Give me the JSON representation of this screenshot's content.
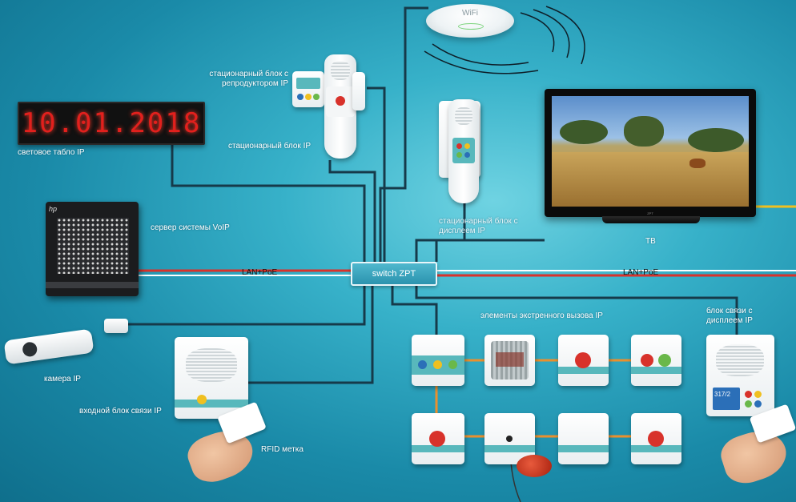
{
  "labels": {
    "wifi": "WiFi",
    "led_display_text": "10.01.2018",
    "led_display_caption": "световое табло IP",
    "speaker_block": "стационарный блок с репродуктором IP",
    "stationary_block": "стационарный блок IP",
    "server": "сервер системы VoIP",
    "display_block": "стационарный блок с дисплеем IP",
    "tv": "ТВ",
    "lan_left": "LAN+PoE",
    "lan_right": "LAN+PoE",
    "switch": "switch ZPT",
    "emergency": "элементы экстренного вызова IP",
    "comm_display": "блок связи с дисплеем IP",
    "camera": "камера IP",
    "entry_block": "входной блок связи IP",
    "rfid": "RFID метка",
    "server_brand": "hp",
    "device_brand": "ZPT",
    "device_room": "317/2"
  },
  "colors": {
    "background": "#2a9fbd",
    "wire": "#163a4a",
    "lan_red": "#d8322b",
    "lan_white": "#ffffff",
    "orange_link": "#e9902e",
    "call_button": "#d8322b",
    "yellow_button": "#f0c020",
    "green_button": "#6ab84a",
    "blue_button": "#2b6fb8"
  },
  "icons": [
    "wifi-access-point",
    "led-display",
    "server",
    "television",
    "ip-camera",
    "rfid-card",
    "call-button",
    "speaker-grille"
  ]
}
